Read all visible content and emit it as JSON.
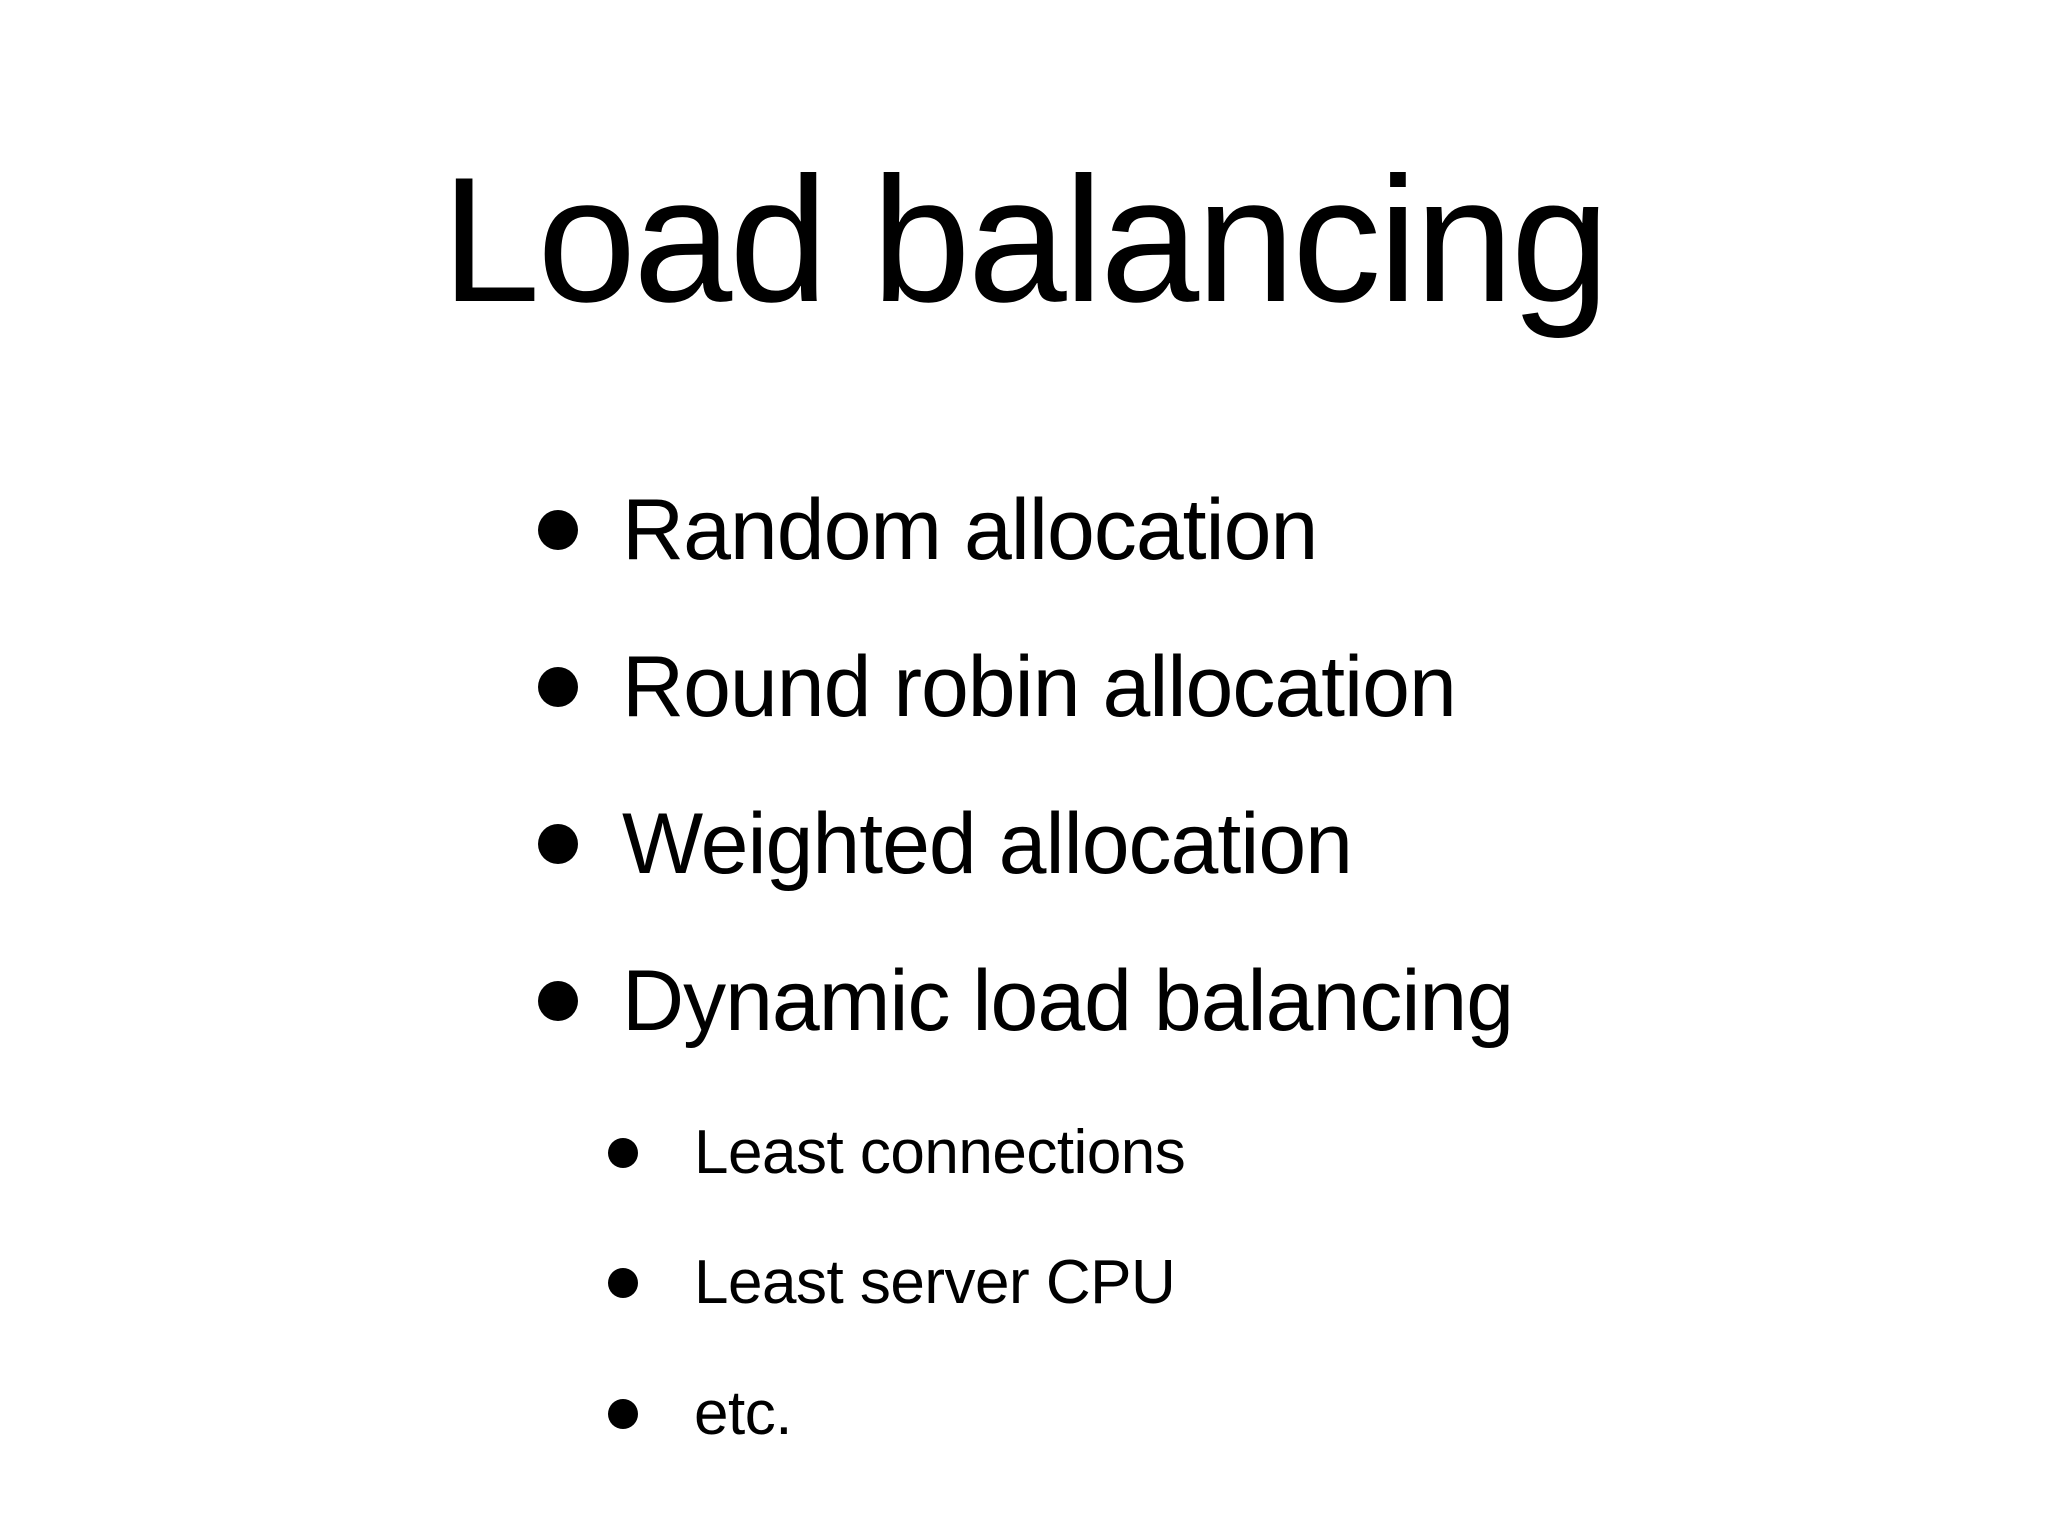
{
  "slide": {
    "title": "Load balancing",
    "bullets": [
      "Random allocation",
      "Round robin allocation",
      "Weighted allocation",
      "Dynamic load balancing"
    ],
    "sub_bullets": [
      "Least connections",
      "Least server CPU",
      "etc."
    ]
  }
}
